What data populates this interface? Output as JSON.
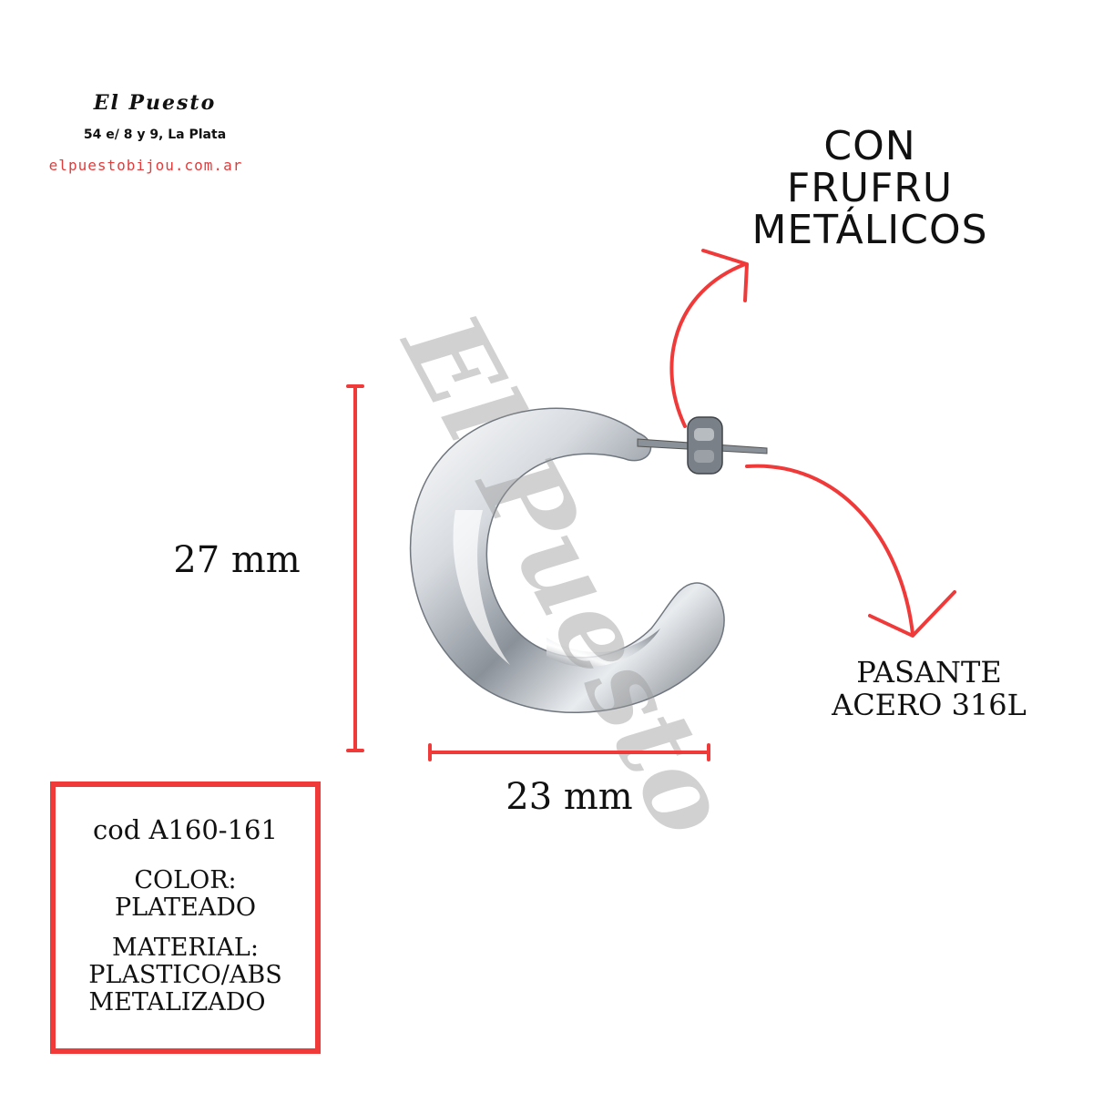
{
  "brand": {
    "name": "El Puesto",
    "address": "54 e/ 8 y 9, La Plata",
    "website": "elpuestobijou.com.ar",
    "website_color": "#e23b3b"
  },
  "features": {
    "top_lines": [
      "CON",
      "FRUFRU",
      "METÁLICOS"
    ],
    "bottom_lines": [
      "PASANTE",
      "ACERO 316L"
    ]
  },
  "dimensions": {
    "height": "27 mm",
    "width": "23 mm"
  },
  "info": {
    "code": "cod A160-161",
    "color_label": "COLOR:",
    "color_value": "PLATEADO",
    "material_label": "MATERIAL:",
    "material_value_1": "PLASTICO/ABS",
    "material_value_2": "METALIZADO"
  },
  "watermark": "El Puesto",
  "colors": {
    "accent_red": "#f03a3a",
    "text": "#111111",
    "metal_light": "#f4f6f8",
    "metal_dark": "#5d646c"
  },
  "icons": {
    "product": "silver-hoop-earring-image",
    "arrows": "curved-arrow-icon"
  }
}
